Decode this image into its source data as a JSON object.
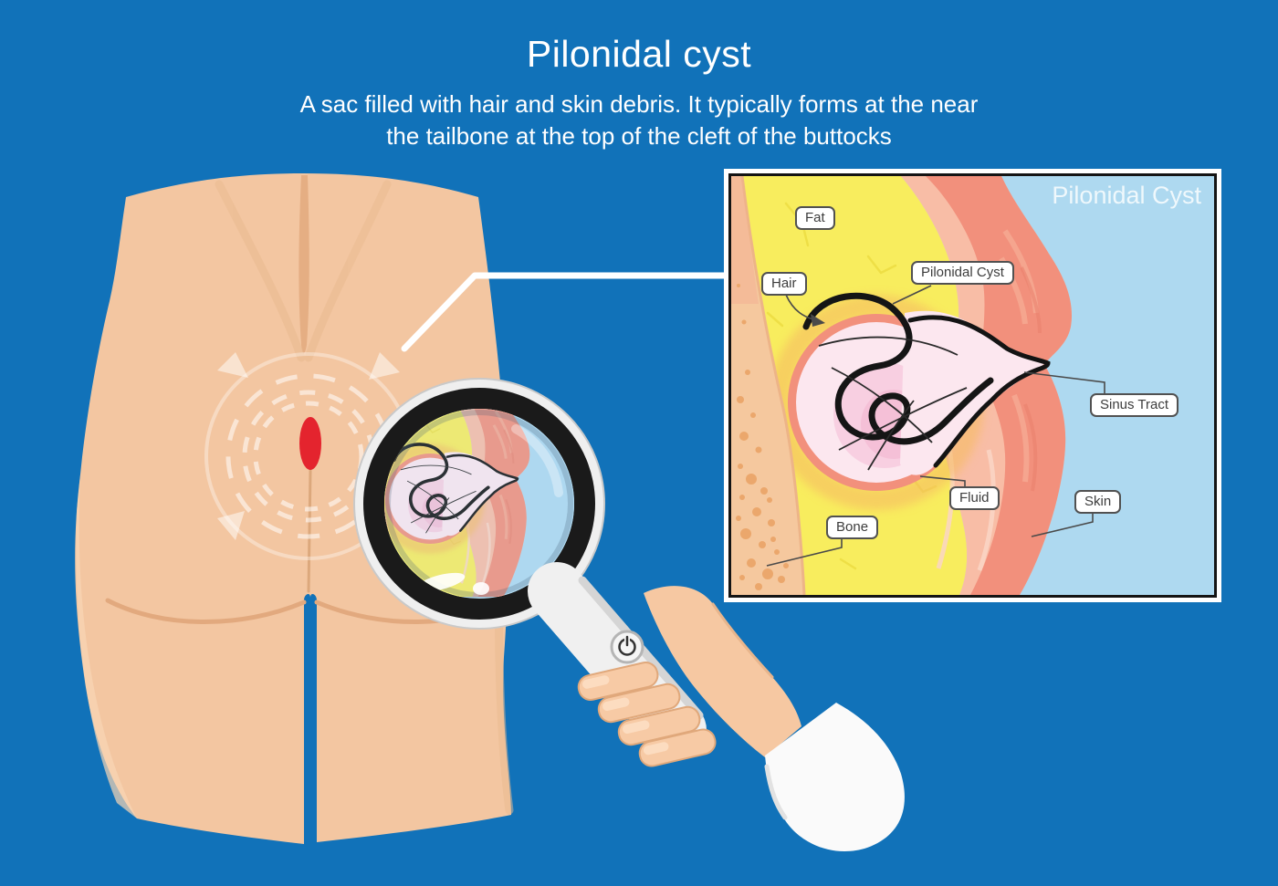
{
  "page": {
    "title": "Pilonidal cyst",
    "subtitle_line1": "A sac filled with hair and skin debris. It typically forms at the near",
    "subtitle_line2": "the tailbone at the top of the cleft of the buttocks"
  },
  "inset": {
    "title": "Pilonidal Cyst",
    "labels": {
      "fat": "Fat",
      "hair": "Hair",
      "pilonidal_cyst": "Pilonidal Cyst",
      "sinus_tract": "Sinus Tract",
      "fluid": "Fluid",
      "skin": "Skin",
      "bone": "Bone"
    }
  },
  "palette": {
    "background": "#1172b9",
    "body_skin": "#f3c6a1",
    "skin_shading": "#e2a97e",
    "cyst_site_red": "#e4242e",
    "fat_yellow": "#f8ed5e",
    "dermis_salmon": "#f8bda6",
    "skin_coral": "#f2907c",
    "cyst_pink": "#fce7ef",
    "bone_tan": "#f5c89e",
    "panel_blue": "#aed9f0",
    "hair_black": "#151515",
    "label_border": "#515151",
    "label_text": "#3d3d3d",
    "motion_marks_white": "#ffffff"
  }
}
